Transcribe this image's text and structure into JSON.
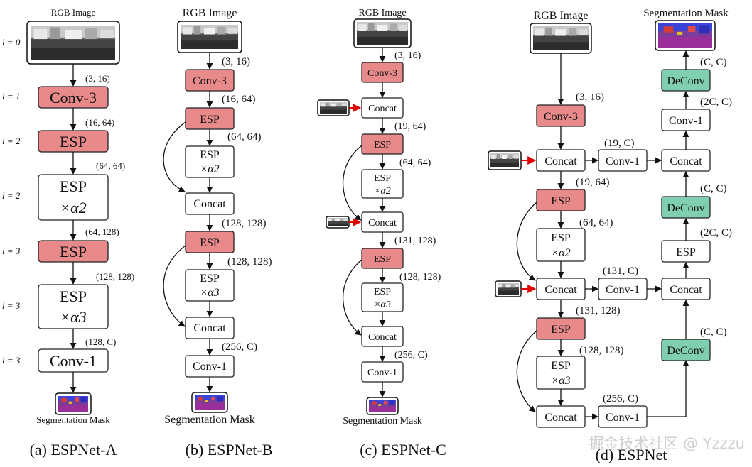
{
  "panel_a": {
    "top_label": "RGB Image",
    "bottom_label": "Segmentation Mask",
    "caption": "(a) ESPNet-A",
    "levels": [
      "l = 0",
      "l = 1",
      "l = 2",
      "l = 2",
      "l = 3",
      "l = 3",
      "l = 3"
    ],
    "blocks": [
      "Conv-3",
      "ESP",
      "ESP",
      "×α2",
      "ESP",
      "ESP",
      "×α3",
      "Conv-1"
    ],
    "dims": [
      "(3, 16)",
      "(16, 64)",
      "(64, 64)",
      "(64, 128)",
      "(128, 128)",
      "(128, C)"
    ]
  },
  "panel_b": {
    "top_label": "RGB Image",
    "bottom_label": "Segmentation Mask",
    "caption": "(b) ESPNet-B",
    "blocks": [
      "Conv-3",
      "ESP",
      "ESP",
      "×α2",
      "Concat",
      "ESP",
      "ESP",
      "×α3",
      "Concat",
      "Conv-1"
    ],
    "dims": [
      "(3, 16)",
      "(16, 64)",
      "(64, 64)",
      "(128, 128)",
      "(128, 128)",
      "(256, C)"
    ]
  },
  "panel_c": {
    "top_label": "RGB Image",
    "bottom_label": "Segmentation Mask",
    "caption": "(c) ESPNet-C",
    "blocks": [
      "Conv-3",
      "Concat",
      "ESP",
      "ESP",
      "×α2",
      "Concat",
      "ESP",
      "ESP",
      "×α3",
      "Concat",
      "Conv-1"
    ],
    "dims": [
      "(3, 16)",
      "(19, 64)",
      "(64, 64)",
      "(131, 128)",
      "(128, 128)",
      "(256, C)"
    ]
  },
  "panel_d": {
    "top_label": "RGB Image",
    "mask_label": "Segmentation Mask",
    "caption": "(d) ESPNet",
    "encoder_blocks": [
      "Conv-3",
      "Concat",
      "ESP",
      "ESP",
      "×α2",
      "Concat",
      "ESP",
      "ESP",
      "×α3",
      "Concat"
    ],
    "decoder_blocks": [
      "Conv-1",
      "Concat",
      "Conv-1",
      "DeConv",
      "Conv-1",
      "Concat",
      "ESP",
      "DeConv",
      "Conv-1",
      "DeConv"
    ],
    "dims": [
      "(3, 16)",
      "(19, 64)",
      "(64, 64)",
      "(131, 128)",
      "(128, 128)",
      "(19, C)",
      "(131, C)",
      "(256, C)",
      "(C, C)",
      "(2C, C)",
      "(C, C)",
      "(2C, C)",
      "(C, C)"
    ]
  },
  "watermark": "掘金技术社区 @ Yzzzu",
  "colors": {
    "esp_block": "#e88a8a",
    "deconv_block": "#7fcfb0",
    "input_arrow": "#e00000"
  }
}
